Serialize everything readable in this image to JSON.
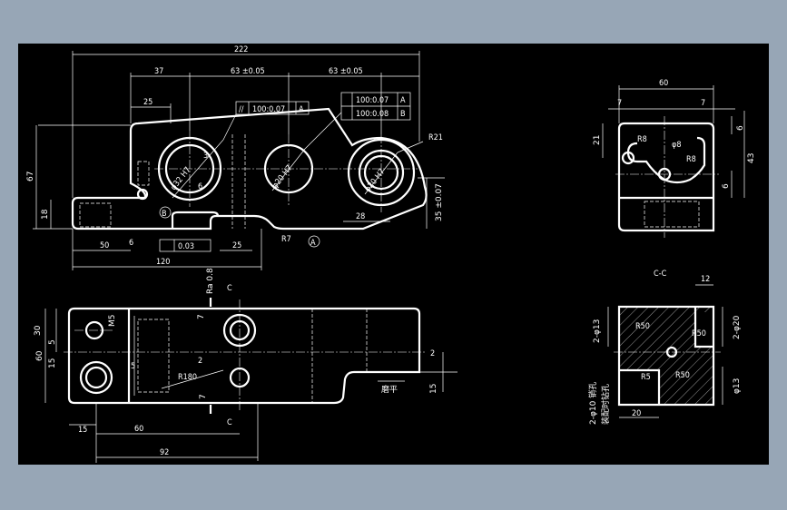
{
  "drawing": {
    "front_view": {
      "overall_width": "222",
      "dim_37": "37",
      "dim_63a": "63 ±0.05",
      "dim_63b": "63 ±0.05",
      "dim_25_top": "25",
      "dim_67": "67",
      "dim_18": "18",
      "dim_50": "50",
      "dim_120": "120",
      "dim_25_bottom": "25",
      "dim_28": "28",
      "dim_r21": "R21",
      "dim_r7": "R7",
      "dim_35": "35 ±0.07",
      "dim_phi32": "φ32 H7",
      "dim_phi22": "φ20 H7",
      "dim_phi20": "φ20 H7",
      "label_6": "6",
      "label_3": "3",
      "parallel_tol_1": "//",
      "parallel_tol_1_val": "100:0.07",
      "parallel_tol_1_ref": "A",
      "parallel_tol_2_val": "100:0.07",
      "parallel_tol_2_ref": "A",
      "parallel_tol_3_val": "100:0.08",
      "parallel_tol_3_ref": "B",
      "flatness_tol": "0.03",
      "datum_b": "B",
      "datum_a": "A",
      "rough_6": "6"
    },
    "top_view": {
      "dim_30": "30",
      "dim_60_v": "60",
      "dim_5a": "5",
      "dim_15": "15",
      "dim_5b": "5",
      "dim_15_b": "15",
      "dim_60_h": "60",
      "dim_92": "92",
      "dim_7a": "7",
      "dim_7b": "7",
      "dim_2a": "2",
      "dim_2b": "2",
      "dim_15_r": "15",
      "dim_m5": "M5",
      "dim_r180": "R180",
      "label_ra": "Ra 0.8",
      "label_c1": "C",
      "label_c2": "C",
      "note_flat": "磨平"
    },
    "side_view": {
      "dim_60": "60",
      "dim_7a": "7",
      "dim_7b": "7",
      "dim_21": "21",
      "dim_43": "43",
      "dim_6a": "6",
      "dim_6b": "6",
      "dim_r8a": "R8",
      "dim_r8b": "R8",
      "dim_phi": "φ8"
    },
    "section_view": {
      "title": "C-C",
      "dim_12": "12",
      "dim_20": "20",
      "dim_phi13a": "2-φ13",
      "dim_phi13b": "φ13",
      "dim_2phi20": "2-φ20",
      "note_1": "2-φ10 销孔",
      "note_2": "装配时钻孔",
      "r50a": "R50",
      "r50b": "R50",
      "r50c": "R50",
      "r45": "R5"
    }
  }
}
